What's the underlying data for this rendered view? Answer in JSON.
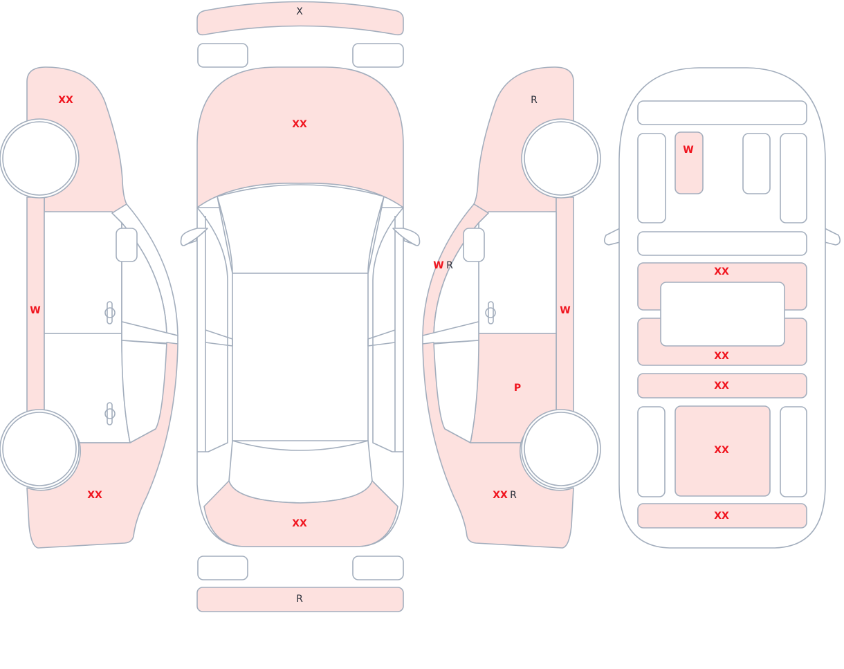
{
  "colors": {
    "damaged_fill": "#fde1df",
    "outline": "#a3aebd",
    "code_red": "#f0141e",
    "code_dark": "#2a2f3a"
  },
  "left_view": {
    "front_fender": [
      "XX"
    ],
    "rocker": [
      "W"
    ],
    "rear_quarter": [
      "XX"
    ]
  },
  "top_view": {
    "front_bumper": [
      "X"
    ],
    "hood": [
      "XX"
    ],
    "trunk": [
      "XX"
    ],
    "rear_bumper": [
      "R"
    ]
  },
  "right_view": {
    "front_fender": [
      "R"
    ],
    "a_pillar": [
      "W",
      "R"
    ],
    "rocker": [
      "W"
    ],
    "rear_door": [
      "P"
    ],
    "rear_quarter": [
      "XX",
      "R"
    ]
  },
  "interior_view": {
    "small_panel": [
      "W"
    ],
    "panel_1": [
      "XX"
    ],
    "panel_2": [
      "XX"
    ],
    "panel_3": [
      "XX"
    ],
    "panel_4": [
      "XX"
    ],
    "panel_5": [
      "XX"
    ]
  }
}
